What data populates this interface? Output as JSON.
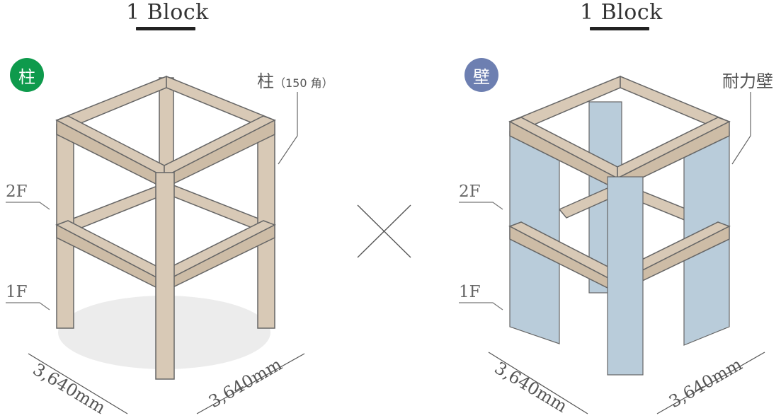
{
  "left_panel": {
    "title": "1 Block",
    "badge_text": "柱",
    "badge_color": "#0e9a4c",
    "callout_main": "柱",
    "callout_small": "（150 角）",
    "floor_upper": "2F",
    "floor_lower": "1F",
    "dim_left": "3,640mm",
    "dim_right": "3,640mm"
  },
  "right_panel": {
    "title": "1 Block",
    "badge_text": "壁",
    "badge_color": "#6d7fb1",
    "callout_main": "耐力壁",
    "floor_upper": "2F",
    "floor_lower": "1F",
    "dim_left": "3,640mm",
    "dim_right": "3,640mm"
  },
  "operator": {
    "symbol": "cross-icon"
  },
  "colors": {
    "wood": "#d8c9b6",
    "wall": "#b9ccda",
    "outline": "#666666",
    "shadow": "#eaeaea"
  }
}
